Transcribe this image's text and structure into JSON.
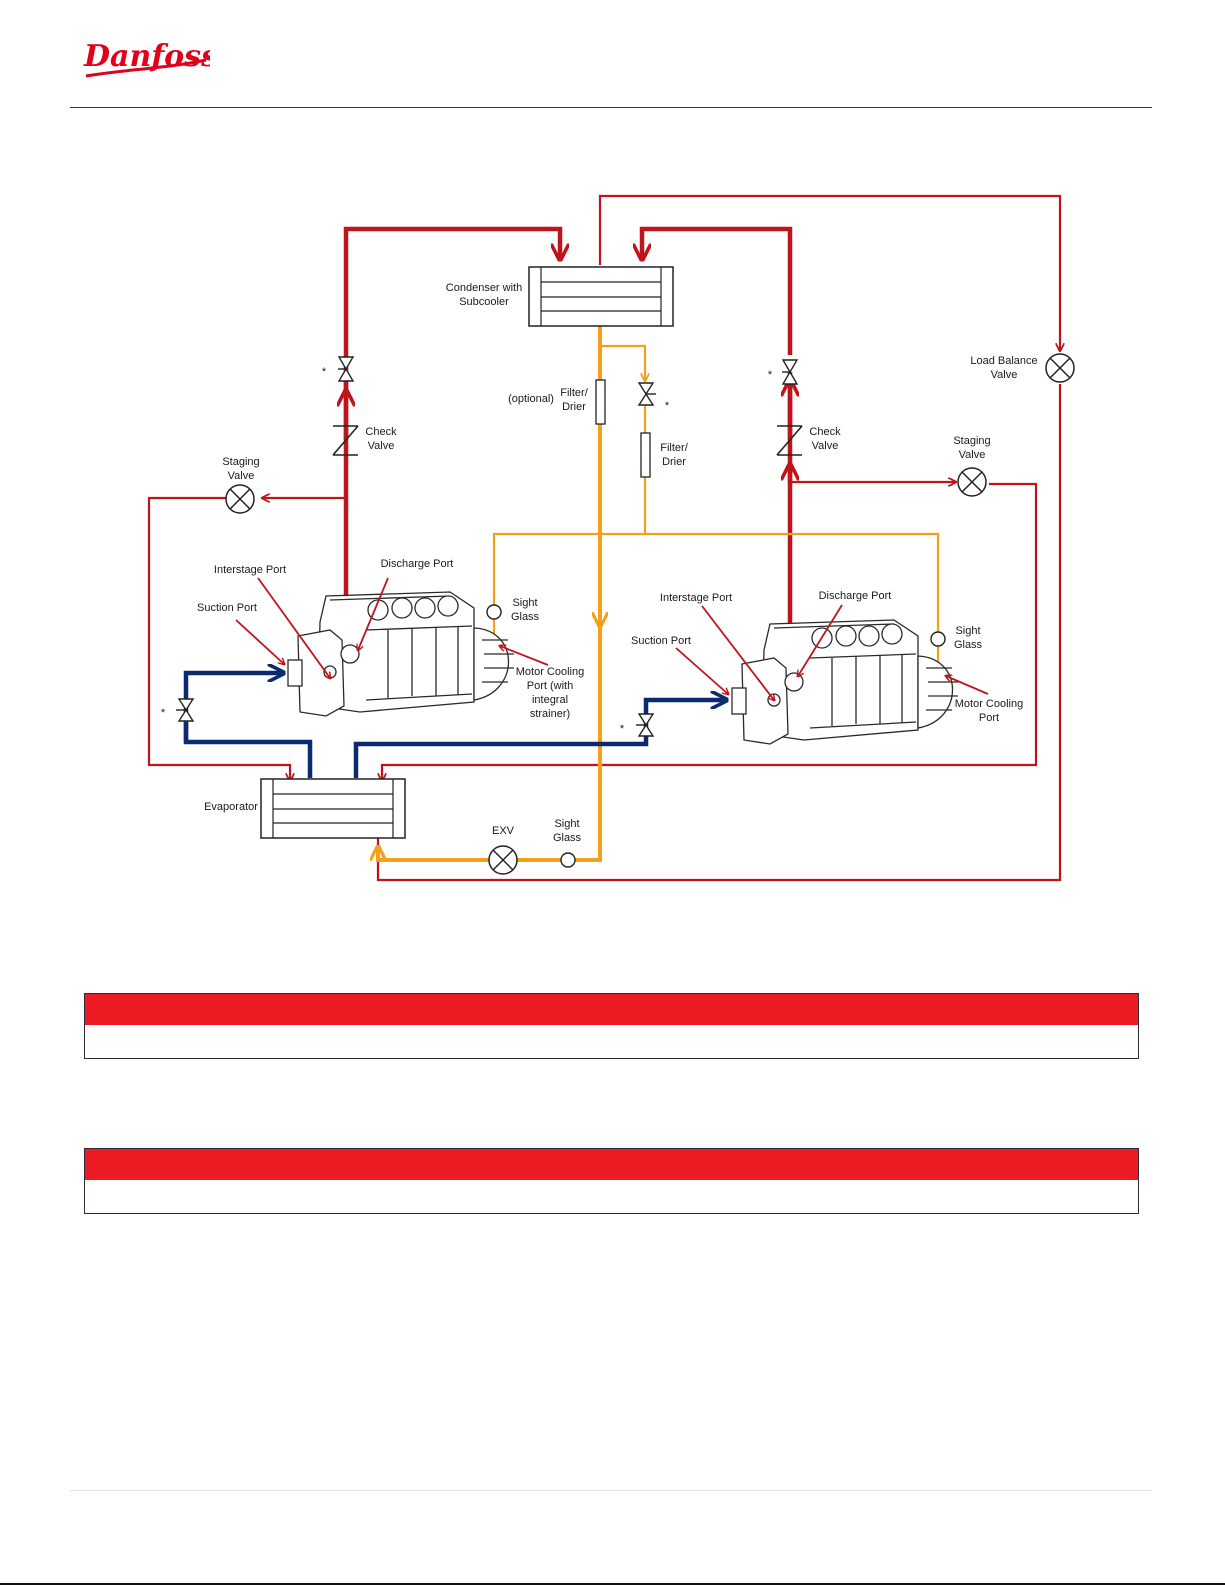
{
  "brand": {
    "logo_text": "Danfoss",
    "color": "#e2001a"
  },
  "colors": {
    "discharge": "#c0141c",
    "liquid": "#f5a01a",
    "suction": "#0d2a6e",
    "alert_bar": "#ed1c24"
  },
  "labels": {
    "condenser": [
      "Condenser with",
      "Subcooler"
    ],
    "load_balance": [
      "Load Balance",
      "Valve"
    ],
    "optional": "(optional)",
    "filter_drier_1": [
      "Filter/",
      "Drier"
    ],
    "filter_drier_2": [
      "Filter/",
      "Drier"
    ],
    "check_valve_left": [
      "Check",
      "Valve"
    ],
    "check_valve_right": [
      "Check",
      "Valve"
    ],
    "staging_left": [
      "Staging",
      "Valve"
    ],
    "staging_right": [
      "Staging",
      "Valve"
    ],
    "interstage_left": "Interstage Port",
    "interstage_right": "Interstage Port",
    "discharge_left": "Discharge Port",
    "discharge_right": "Discharge Port",
    "suction_left": "Suction Port",
    "suction_right": "Suction Port",
    "sight_glass_left": [
      "Sight",
      "Glass"
    ],
    "sight_glass_right": [
      "Sight",
      "Glass"
    ],
    "sight_glass_bottom": [
      "Sight",
      "Glass"
    ],
    "motor_cooling_left": [
      "Motor Cooling",
      "Port (with",
      "integral",
      "strainer)"
    ],
    "motor_cooling_right": [
      "Motor Cooling",
      "Port"
    ],
    "evaporator": "Evaporator",
    "exv": "EXV",
    "asterisk": "*"
  },
  "notices": [
    {
      "text": ""
    },
    {
      "text": ""
    }
  ]
}
